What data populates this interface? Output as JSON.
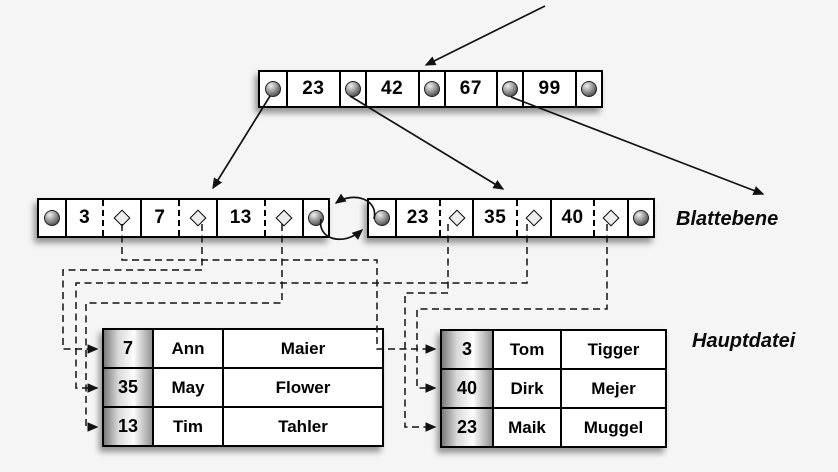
{
  "labels": {
    "leaf_level": "Blattebene",
    "main_file": "Hauptdatei"
  },
  "root_node": {
    "keys": [
      "23",
      "42",
      "67",
      "99"
    ]
  },
  "leaf_nodes": {
    "left": {
      "keys": [
        "3",
        "7",
        "13"
      ]
    },
    "right": {
      "keys": [
        "23",
        "35",
        "40"
      ]
    }
  },
  "main_file_tables": {
    "left": {
      "rows": [
        [
          "7",
          "Ann",
          "Maier"
        ],
        [
          "35",
          "May",
          "Flower"
        ],
        [
          "13",
          "Tim",
          "Tahler"
        ]
      ]
    },
    "right": {
      "rows": [
        [
          "3",
          "Tom",
          "Tigger"
        ],
        [
          "40",
          "Dirk",
          "Mejer"
        ],
        [
          "23",
          "Maik",
          "Muggel"
        ]
      ]
    }
  },
  "icons": {
    "pointer": "pointer-circle-icon",
    "record_ref": "record-diamond-icon"
  },
  "colors": {
    "background": "#f5f5f6",
    "node_fill": "#ffffff",
    "line": "#111111",
    "key_column_gradient": [
      "#7b7b7b",
      "#fdfdfd",
      "#949494"
    ]
  },
  "connections": [
    {
      "key": "3",
      "to_table": "right",
      "to_row": 0
    },
    {
      "key": "7",
      "to_table": "left",
      "to_row": 0
    },
    {
      "key": "13",
      "to_table": "left",
      "to_row": 2
    },
    {
      "key": "23",
      "to_table": "right",
      "to_row": 2
    },
    {
      "key": "35",
      "to_table": "left",
      "to_row": 1
    },
    {
      "key": "40",
      "to_table": "right",
      "to_row": 1
    }
  ]
}
